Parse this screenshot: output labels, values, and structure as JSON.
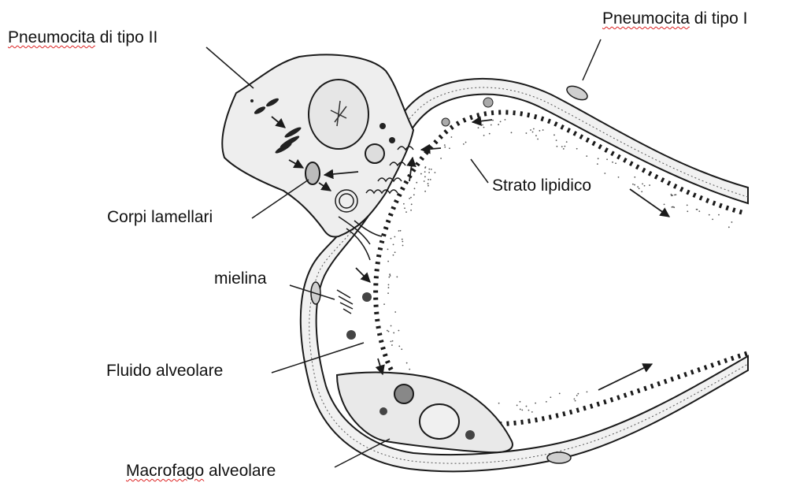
{
  "labels": {
    "pneumocyte_type2": {
      "first": "Pneumocita",
      "rest": " di tipo II"
    },
    "pneumocyte_type1": {
      "first": "Pneumocita",
      "rest": " di tipo I"
    },
    "lamellar_bodies": "Corpi lamellari",
    "myelin": "mielina",
    "lipid_layer": "Strato lipidico",
    "alveolar_fluid": "Fluido alveolare",
    "alveolar_macrophage": {
      "first": "Macrofago",
      "rest": " alveolare"
    }
  },
  "colors": {
    "line": "#1a1a1a",
    "membrane_fill": "#f2f2f2",
    "cell_fill": "#ececec",
    "spellcheck_underline": "#dd2222"
  }
}
